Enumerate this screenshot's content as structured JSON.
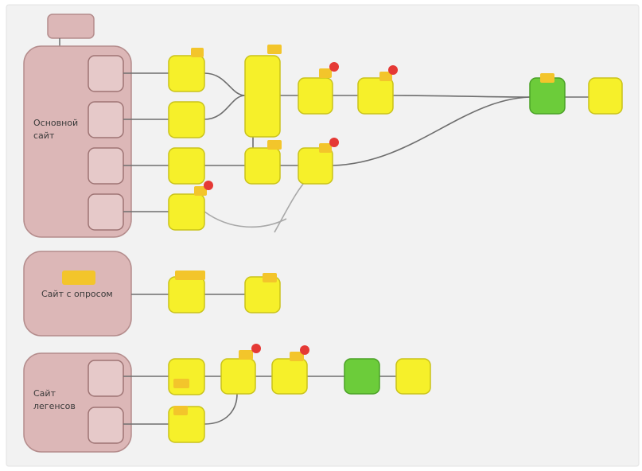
{
  "colors": {
    "background": "#f2f2f2",
    "group_fill": "#dcb7b7",
    "group_stroke": "#b48c8c",
    "sub_fill": "#e6c9c9",
    "node_yellow": "#f6f02a",
    "node_yellow_stroke": "#c9c21a",
    "node_green": "#6ccc3a",
    "node_green_stroke": "#4aa126",
    "badge_orange": "#f3c52b",
    "badge_red": "#e53935",
    "edge": "#6e6e6e"
  },
  "groups": [
    {
      "id": "g1",
      "label_line1": "Основной",
      "label_line2": "сайт"
    },
    {
      "id": "g2",
      "label_line1": "Сайт с опросом",
      "label_line2": ""
    },
    {
      "id": "g3",
      "label_line1": "Сайт",
      "label_line2": "легенсов"
    }
  ]
}
